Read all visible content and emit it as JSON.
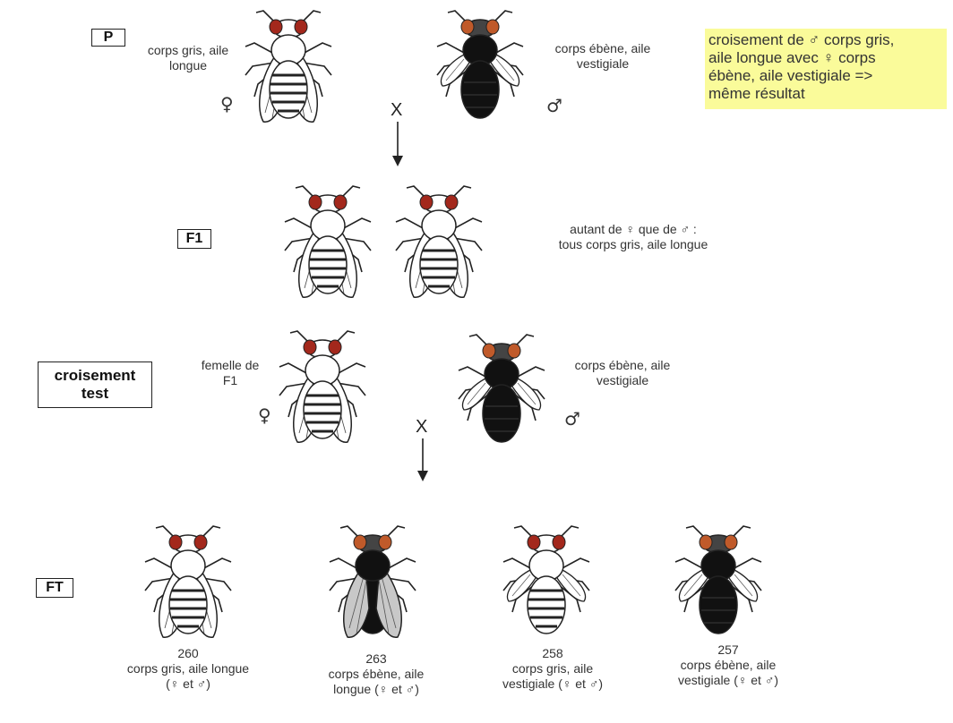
{
  "generations": {
    "p": "P",
    "f1": "F1",
    "test_line1": "croisement",
    "test_line2": "test",
    "ft": "FT"
  },
  "parents": {
    "female_line1": "corps gris, aile",
    "female_line2": "longue",
    "male_line1": "corps ébène, aile",
    "male_line2": "vestigiale",
    "female_symbol": "♀",
    "male_symbol": "♂",
    "cross": "X"
  },
  "note": {
    "line1": "croisement de ♂ corps gris,",
    "line2": "aile longue avec ♀ corps",
    "line3": "ébène, aile vestigiale =>",
    "line4": "même résultat"
  },
  "f1": {
    "line1": "autant de ♀ que de ♂ :",
    "line2": "tous corps gris, aile longue"
  },
  "testcross": {
    "female_line1": "femelle de",
    "female_line2": "F1",
    "male_line1": "corps ébène, aile",
    "male_line2": "vestigiale",
    "female_symbol": "♀",
    "male_symbol": "♂",
    "cross": "X"
  },
  "ft": [
    {
      "count": "260",
      "line1": "corps gris, aile longue",
      "line2": "(♀ et ♂)"
    },
    {
      "count": "263",
      "line1": "corps ébène, aile",
      "line2": "longue (♀ et ♂)"
    },
    {
      "count": "258",
      "line1": "corps gris, aile",
      "line2": "vestigiale (♀ et ♂)"
    },
    {
      "count": "257",
      "line1": "corps ébène, aile",
      "line2": "vestigiale (♀ et ♂)"
    }
  ],
  "fly_colors": {
    "eye": "#a3281c",
    "eye_orange": "#c05a2a",
    "grey_body": "#ffffff",
    "ebony_body": "#111111",
    "outline": "#222222"
  }
}
